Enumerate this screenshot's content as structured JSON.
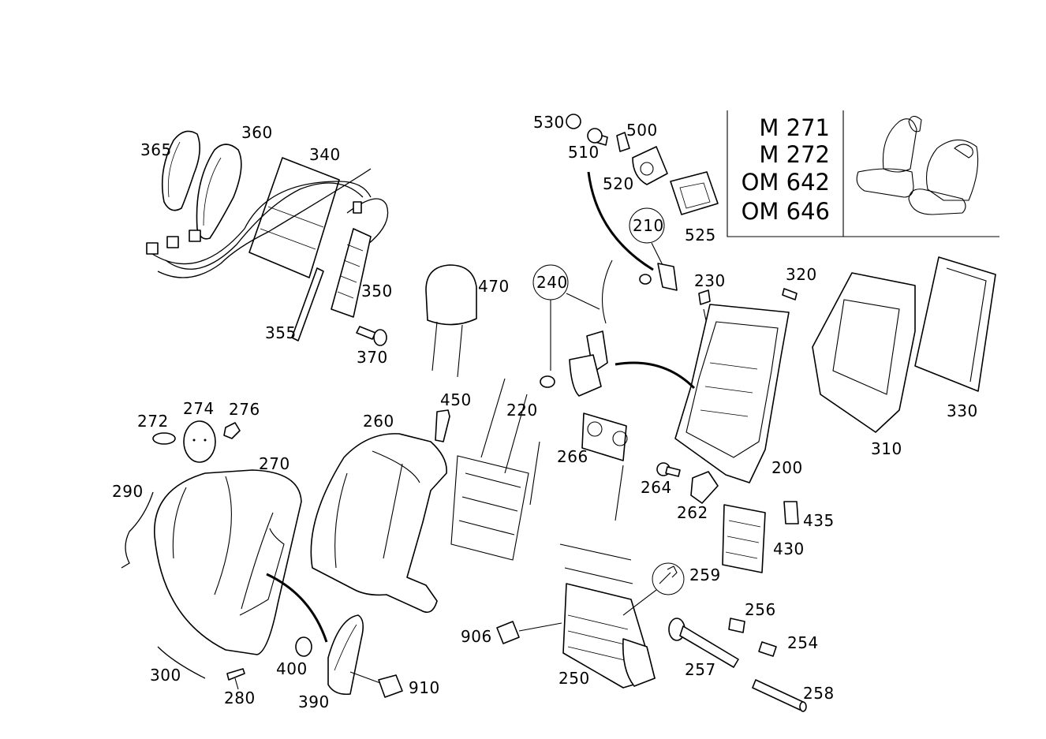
{
  "engine_codes": [
    "M 271",
    "M 272",
    "OM 642",
    "OM 646"
  ],
  "part_labels": {
    "p530": "530",
    "p500": "500",
    "p510": "510",
    "p520": "520",
    "p525": "525",
    "p210": "210",
    "p230": "230",
    "p240": "240",
    "p320": "320",
    "p365": "365",
    "p360": "360",
    "p340": "340",
    "p350": "350",
    "p355": "355",
    "p370": "370",
    "p470": "470",
    "p450": "450",
    "p220": "220",
    "p260": "260",
    "p266": "266",
    "p264": "264",
    "p262": "262",
    "p200": "200",
    "p310": "310",
    "p330": "330",
    "p272": "272",
    "p274": "274",
    "p276": "276",
    "p270": "270",
    "p290": "290",
    "p435": "435",
    "p430": "430",
    "p259": "259",
    "p256": "256",
    "p254": "254",
    "p258": "258",
    "p257": "257",
    "p250": "250",
    "p906": "906",
    "p910": "910",
    "p390": "390",
    "p400": "400",
    "p280": "280",
    "p300": "300"
  }
}
